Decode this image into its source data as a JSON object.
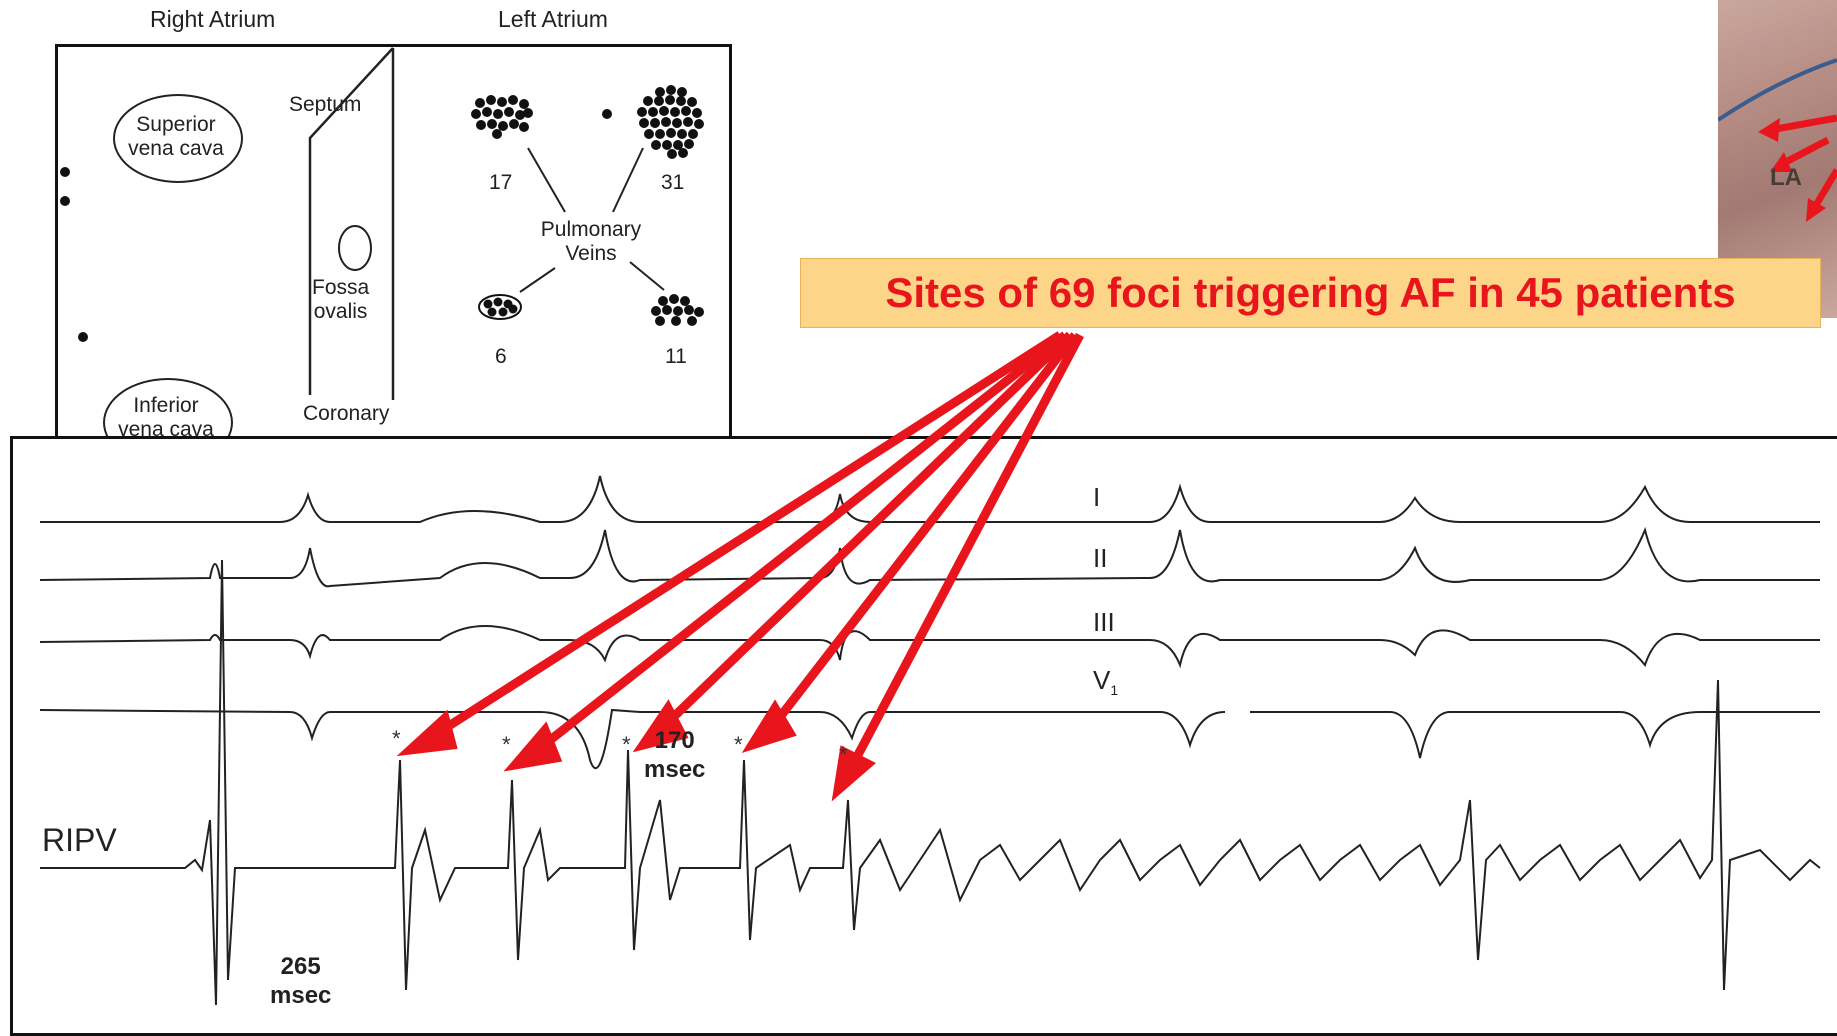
{
  "top_diagram": {
    "headers": {
      "right_atrium": "Right Atrium",
      "left_atrium": "Left Atrium"
    },
    "labels": {
      "superior_vena_cava": "Superior\nvena cava",
      "inferior_vena_cava": "Inferior\nvena cava",
      "septum": "Septum",
      "fossa_ovalis": "Fossa\novalis",
      "coronary_sinus": "Coronary",
      "pulmonary_veins": "Pulmonary\nVeins"
    },
    "pulmonary_vein_counts": {
      "left_superior": "17",
      "right_superior": "31",
      "left_inferior": "6",
      "right_inferior": "11"
    }
  },
  "callout": {
    "text": "Sites of 69 foci triggering AF in 45 patients",
    "text_color": "#e8161c",
    "background": "#fcd589"
  },
  "photo": {
    "label": "LA"
  },
  "ecg": {
    "leads": [
      "I",
      "II",
      "III",
      "V",
      "1"
    ],
    "channel": "RIPV",
    "interval_1": {
      "value": "265",
      "unit": "msec"
    },
    "interval_2": {
      "value": "170",
      "unit": "msec"
    },
    "marker_symbol": "*",
    "arrow_color": "#e8161c"
  }
}
